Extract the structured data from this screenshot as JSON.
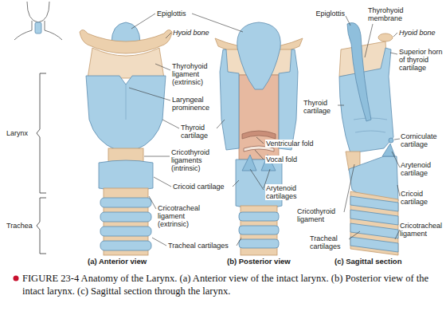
{
  "diagram": {
    "caption": "FIGURE 23-4 Anatomy of the Larynx. (a) Anterior view of the intact larynx. (b) Posterior view of the intact larynx. (c) Sagittal section through the larynx.",
    "labels": [
      "Epiglottis",
      "Hyoid bone",
      "Thyrohyoid ligament (extrinsic)",
      "Laryngeal prominence",
      "Thyroid cartilage",
      "Cricothyroid ligaments (intrinsic)",
      "Cricoid cartilage",
      "Cricotracheal ligament (extrinsic)",
      "Tracheal cartilages",
      "Larynx",
      "Trachea",
      "(a) Anterior view",
      "Ventricular fold",
      "Vocal fold",
      "Arytenoid cartilages",
      "(b) Posterior view",
      "Epiglottis",
      "Thyrohyoid membrane",
      "Hyoid bone",
      "Superior horn of thyroid cartilage",
      "Thyroid cartilage",
      "Corniculate cartilage",
      "Arytenoid cartilage",
      "Cricoid cartilage",
      "Cricothyroid ligament",
      "Tracheal cartilages",
      "Cricotracheal ligament",
      "(c) Sagittal section"
    ]
  }
}
